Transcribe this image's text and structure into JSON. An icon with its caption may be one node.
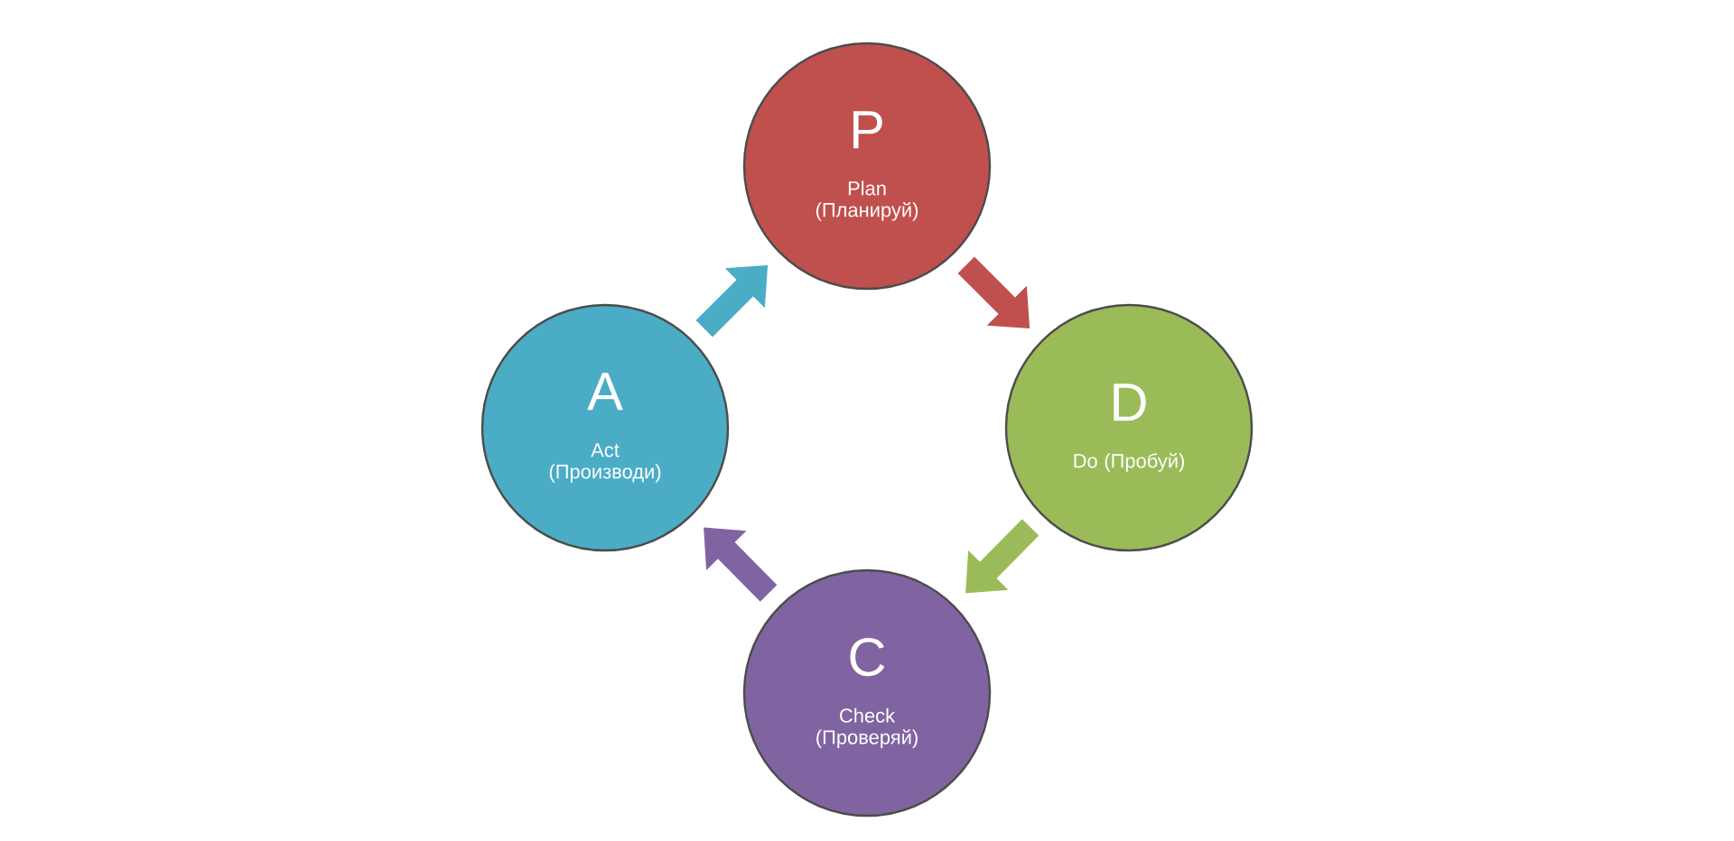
{
  "diagram": {
    "nodes": [
      {
        "text": [
          "P",
          "Plan (Планируй)"
        ]
      },
      {
        "text": [
          "D",
          "Do (Пробуй)"
        ]
      },
      {
        "text": [
          "C",
          "Check (Проверяй)"
        ]
      },
      {
        "text": [
          "A",
          "Act (Производи)"
        ]
      }
    ],
    "edges": [
      {
        "from": 0,
        "to": 1,
        "arrow": "to",
        "color": "#c0504d"
      },
      {
        "from": 1,
        "to": 2,
        "arrow": "to",
        "color": "#9bbb59"
      },
      {
        "from": 2,
        "to": 3,
        "arrow": "to",
        "color": "#8064a2"
      },
      {
        "from": 3,
        "to": 0,
        "arrow": "to",
        "color": "#4bacc6"
      }
    ]
  }
}
